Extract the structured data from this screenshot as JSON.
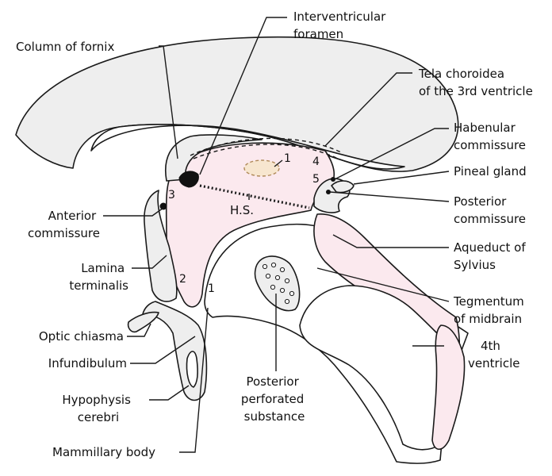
{
  "labels": {
    "interventricular_foramen": [
      "Interventricular",
      "foramen"
    ],
    "column_of_fornix": "Column of fornix",
    "tela_choroidea": [
      "Tela choroidea",
      "of the 3rd ventricle"
    ],
    "habenular_commissure": [
      "Habenular",
      "commissure"
    ],
    "pineal_gland": "Pineal gland",
    "posterior_commissure": [
      "Posterior",
      "commissure"
    ],
    "anterior_commissure": [
      "Anterior",
      "commissure"
    ],
    "aqueduct_of_sylvius": [
      "Aqueduct of",
      "Sylvius"
    ],
    "lamina_terminalis": [
      "Lamina",
      "terminalis"
    ],
    "tegmentum_of_midbrain": [
      "Tegmentum",
      "of midbrain"
    ],
    "optic_chiasma": "Optic chiasma",
    "fourth_ventricle": [
      "4th",
      "ventricle"
    ],
    "infundibulum": "Infundibulum",
    "hypophysis_cerebri": [
      "Hypophysis",
      "cerebri"
    ],
    "posterior_perforated_substance": [
      "Posterior",
      "perforated",
      "substance"
    ],
    "mammillary_body": "Mammillary body",
    "hypothalamic_sulcus": "H.S."
  },
  "markers": {
    "m1": "1",
    "m2": "2",
    "m3": "3",
    "m4": "4",
    "m5": "5",
    "m_interthalamic": "1"
  },
  "colors": {
    "ventricle_fill": "#fbe9ee",
    "brain_fill": "#eeeeee",
    "outline": "#1a1a1a",
    "interthalamic_fill": "#f7e6cf"
  }
}
